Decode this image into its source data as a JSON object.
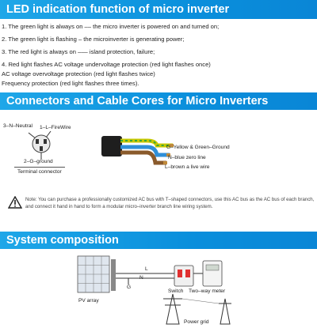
{
  "led_section": {
    "title": "LED indication function of micro inverter",
    "lines": [
      "1. The green light is always on –– the micro inverter is powered on and turned on;",
      "2. The green light is flashing – the microinverter is generating power;",
      "3. The red light is always on ––– island protection, failure;",
      "4. Red light flashes AC voltage undervoltage protection (red light flashes once)",
      "AC voltage overvoltage protection (red light flashes twice)",
      "Frequency protection (red light flashes three times)."
    ]
  },
  "connectors_section": {
    "title": "Connectors and Cable Cores for Micro Inverters",
    "terminal_labels": {
      "neutral": "3–N–Neutral",
      "fire": "1–L–FireWire",
      "ground": "2–G–ground",
      "terminal": "Terminal connector"
    },
    "cable_labels": {
      "ground": "G–Yellow & Green–Ground",
      "neutral": "N–blue zero line",
      "live": "L–brown a live wire"
    },
    "note": "Note: You can purchase a professionally customized AC bus with T–shaped connectors, use this AC bus as the AC bus of each branch, and connect it hand in hand to form a modular micro–inverter branch line wiring system."
  },
  "system_section": {
    "title": "System composition",
    "labels": {
      "pv_array": "PV array",
      "switch": "Switch",
      "meter": "Two–way meter",
      "grid": "Power grid",
      "L": "L",
      "N": "N",
      "G": "G"
    }
  },
  "colors": {
    "banner": "#0a8fdc",
    "wire_ground": "#c8c800",
    "wire_neutral": "#2f8fd8",
    "wire_live": "#8a5a2b"
  }
}
